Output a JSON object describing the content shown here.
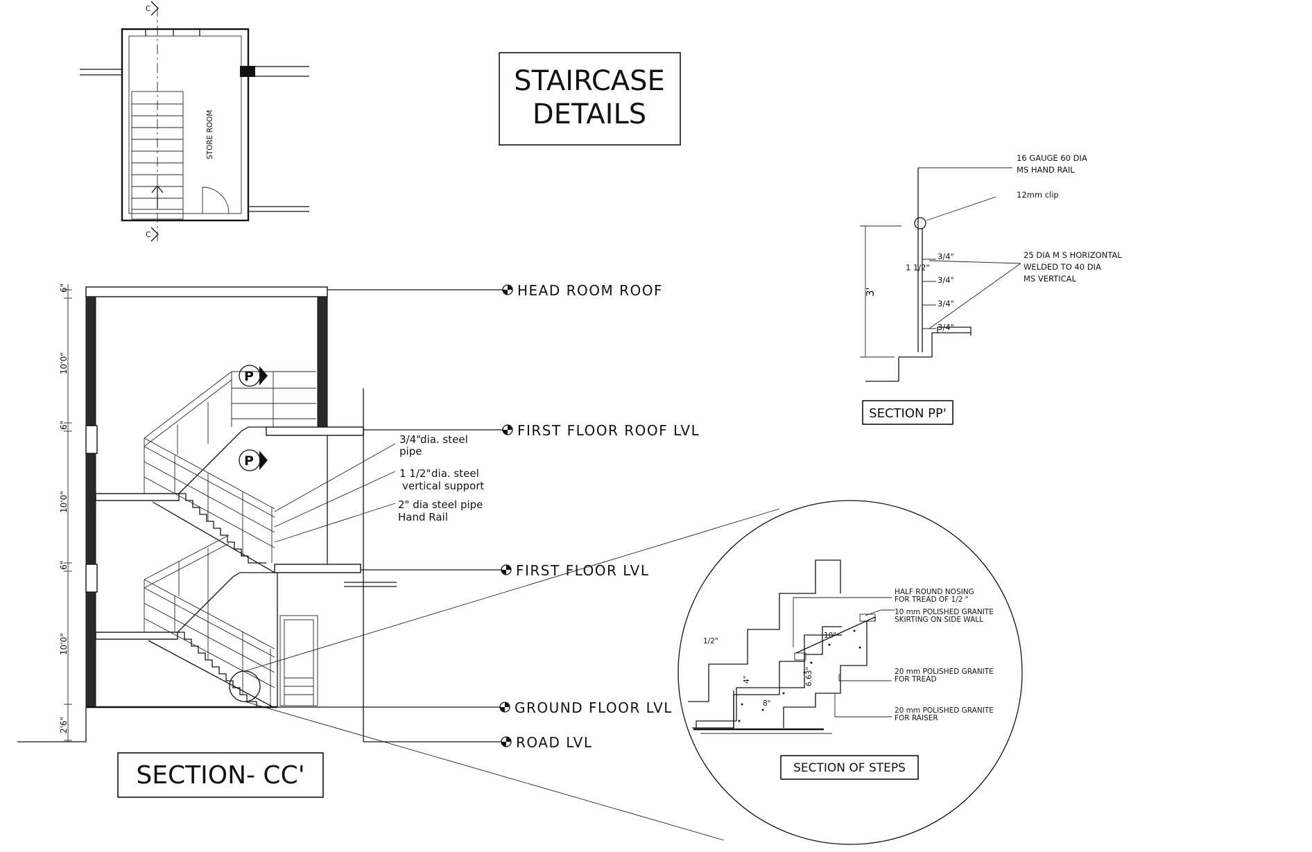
{
  "title": {
    "line1": "STAIRCASE",
    "line2": "DETAILS"
  },
  "plan": {
    "room_label": "STORE ROOM",
    "cut_mark": "C"
  },
  "section_cc": {
    "title": "SECTION- CC'",
    "levels": [
      "HEAD ROOM ROOF",
      "FIRST FLOOR ROOF LVL",
      "FIRST FLOOR LVL",
      "GROUND FLOOR LVL",
      "ROAD LVL"
    ],
    "heights": [
      "6\"",
      "10'0\"",
      "6\"",
      "10'0\"",
      "6\"",
      "10'0\"",
      "2'6\""
    ],
    "marker": "P",
    "notes": {
      "pipe_a": "dia. steel",
      "pipe_a_frac": "3/4\"",
      "pipe_b": "pipe",
      "support_a": "dia. steel",
      "support_a_frac": "1 1/2\"",
      "support_b": "vertical support",
      "rail_a": "2\" dia  steel pipe",
      "rail_b": "Hand Rail"
    }
  },
  "section_pp": {
    "title": "SECTION PP'",
    "notes": {
      "rail_a": "16 GAUGE 60 DIA",
      "rail_b": "MS HAND RAIL",
      "clip": "12mm clip",
      "horiz_a": "25  DIA  M S HORIZONTAL",
      "horiz_b": "WELDED TO 40 DIA",
      "horiz_c": "MS VERTICAL"
    },
    "height": "3'",
    "spacing": "3/4\"",
    "post": "1 1/2\""
  },
  "section_steps": {
    "title": "SECTION OF STEPS",
    "notes": {
      "nosing_a": "HALF ROUND NOSING",
      "nosing_b": "FOR TREAD OF 1/2 \"",
      "skirt_a": "10 mm POLISHED GRANITE",
      "skirt_b": "SKIRTING ON SIDE WALL",
      "tread_a": "20 mm POLISHED GRANITE",
      "tread_b": "FOR TREAD",
      "riser_a": "20 mm POLISHED GRANITE",
      "riser_b": "FOR RAISER"
    },
    "dims": {
      "half": "1/2\"",
      "going": "10\"",
      "rise": "6.63\"",
      "four": "4\"",
      "eight": "8\""
    }
  }
}
